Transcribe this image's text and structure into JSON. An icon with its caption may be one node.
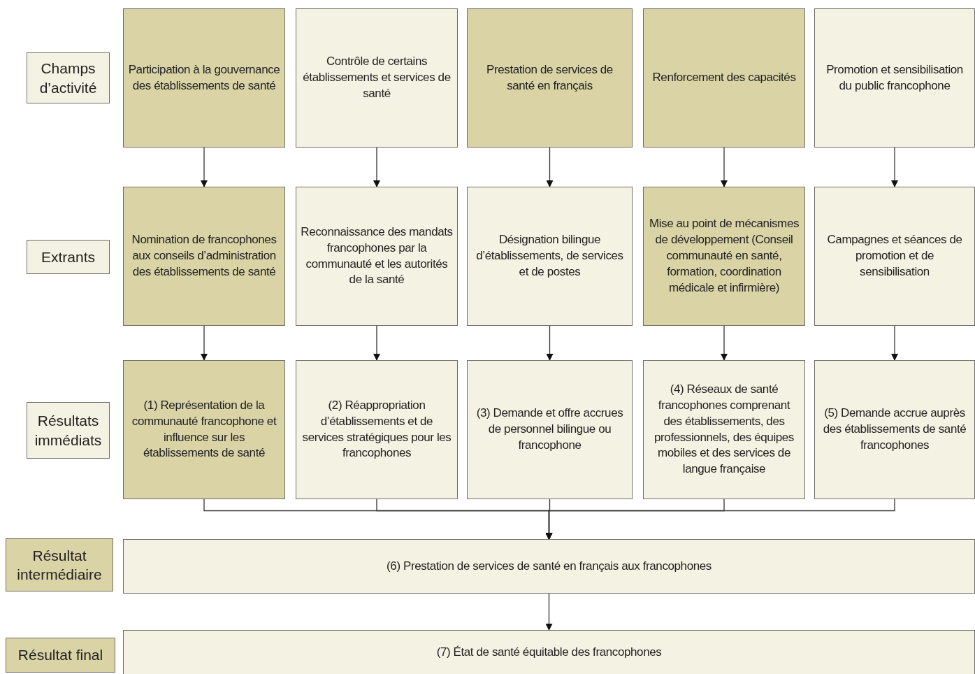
{
  "diagram": {
    "nodes": [
      {
        "text": [
          "Champs d’activité"
        ]
      },
      {
        "text": [
          "Participation à la gouvernance des établissements de santé"
        ]
      },
      {
        "text": [
          "Contrôle de certains établissements et services de santé"
        ]
      },
      {
        "text": [
          "Prestation de services de santé en français"
        ]
      },
      {
        "text": [
          "Renforcement des capacités"
        ]
      },
      {
        "text": [
          "Promotion et sensibilisation du public francophone"
        ]
      },
      {
        "text": [
          "Extrants"
        ]
      },
      {
        "text": [
          "Nomination de francophones aux conseils d’administration des établissements de santé"
        ]
      },
      {
        "text": [
          "Reconnaissance des mandats francophones par la communauté et les autorités de la santé"
        ]
      },
      {
        "text": [
          "Désignation bilingue d’établissements, de services et de postes"
        ]
      },
      {
        "text": [
          "Mise au point de mécanismes de développement (Conseil communauté en santé, formation, coordination médicale et infirmière)"
        ]
      },
      {
        "text": [
          "Campagnes et séances de promotion et de sensibilisation"
        ]
      },
      {
        "text": [
          "Résultats immédiats"
        ]
      },
      {
        "text": [
          "(1) Représentation de la communauté francophone et influence sur les établissements de santé"
        ]
      },
      {
        "text": [
          "(2) Réappropriation d’établissements et de services stratégiques pour les francophones"
        ]
      },
      {
        "text": [
          "(3) Demande et offre accrues de personnel bilingue ou francophone"
        ]
      },
      {
        "text": [
          "(4) Réseaux de santé francophones comprenant des établissements, des professionnels, des équipes mobiles et des services de langue française"
        ]
      },
      {
        "text": [
          "(5) Demande accrue auprès des établissements de santé francophones"
        ]
      },
      {
        "text": [
          "Résultat intermédiaire"
        ]
      },
      {
        "text": [
          "(6) Prestation de services de santé en français aux francophones"
        ]
      },
      {
        "text": [
          "Résultat final"
        ]
      },
      {
        "text": [
          "(7) État de santé équitable des francophones"
        ]
      }
    ],
    "edges": [
      {
        "from": 1,
        "to": 7,
        "arrow": "to"
      },
      {
        "from": 2,
        "to": 8,
        "arrow": "to"
      },
      {
        "from": 3,
        "to": 9,
        "arrow": "to"
      },
      {
        "from": 4,
        "to": 10,
        "arrow": "to"
      },
      {
        "from": 5,
        "to": 11,
        "arrow": "to"
      },
      {
        "from": 7,
        "to": 13,
        "arrow": "to"
      },
      {
        "from": 8,
        "to": 14,
        "arrow": "to"
      },
      {
        "from": 9,
        "to": 15,
        "arrow": "to"
      },
      {
        "from": 10,
        "to": 16,
        "arrow": "to"
      },
      {
        "from": 11,
        "to": 17,
        "arrow": "to"
      },
      {
        "from": 13,
        "to": 19,
        "arrow": "to"
      },
      {
        "from": 14,
        "to": 19,
        "arrow": "to"
      },
      {
        "from": 15,
        "to": 19,
        "arrow": "to"
      },
      {
        "from": 16,
        "to": 19,
        "arrow": "to"
      },
      {
        "from": 17,
        "to": 19,
        "arrow": "to"
      },
      {
        "from": 19,
        "to": 21,
        "arrow": "to"
      }
    ]
  }
}
